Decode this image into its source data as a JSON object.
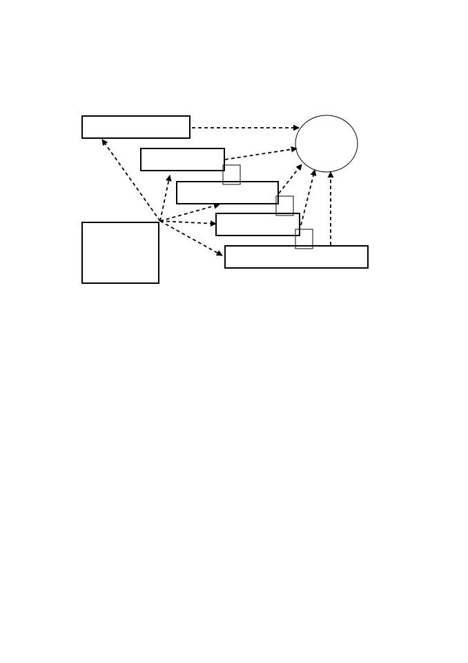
{
  "diagram": {
    "nodes": [
      {
        "id": "box-a",
        "shape": "rect",
        "label": ""
      },
      {
        "id": "box-b",
        "shape": "rect",
        "label": ""
      },
      {
        "id": "box-c",
        "shape": "rect",
        "label": ""
      },
      {
        "id": "box-d",
        "shape": "rect",
        "label": ""
      },
      {
        "id": "box-e",
        "shape": "rect",
        "label": ""
      },
      {
        "id": "box-f",
        "shape": "rect",
        "label": ""
      },
      {
        "id": "ellipse",
        "shape": "ellipse",
        "label": ""
      },
      {
        "id": "small-1",
        "shape": "rect",
        "label": ""
      },
      {
        "id": "small-2",
        "shape": "rect",
        "label": ""
      },
      {
        "id": "small-3",
        "shape": "rect",
        "label": ""
      }
    ],
    "edges": [
      {
        "from": "box-a",
        "to": "ellipse",
        "style": "dashed"
      },
      {
        "from": "box-b",
        "to": "ellipse",
        "style": "dashed"
      },
      {
        "from": "box-c",
        "to": "ellipse",
        "style": "dashed"
      },
      {
        "from": "box-d",
        "to": "ellipse",
        "style": "dashed"
      },
      {
        "from": "box-e",
        "to": "ellipse",
        "style": "dashed"
      },
      {
        "from": "box-f",
        "to": "box-a",
        "style": "dashed"
      },
      {
        "from": "box-f",
        "to": "box-b",
        "style": "dashed"
      },
      {
        "from": "box-f",
        "to": "box-c",
        "style": "dashed"
      },
      {
        "from": "box-f",
        "to": "box-d",
        "style": "dashed"
      },
      {
        "from": "box-f",
        "to": "box-e",
        "style": "dashed"
      }
    ],
    "colors": {
      "stroke": "#000000",
      "background": "#ffffff"
    }
  }
}
